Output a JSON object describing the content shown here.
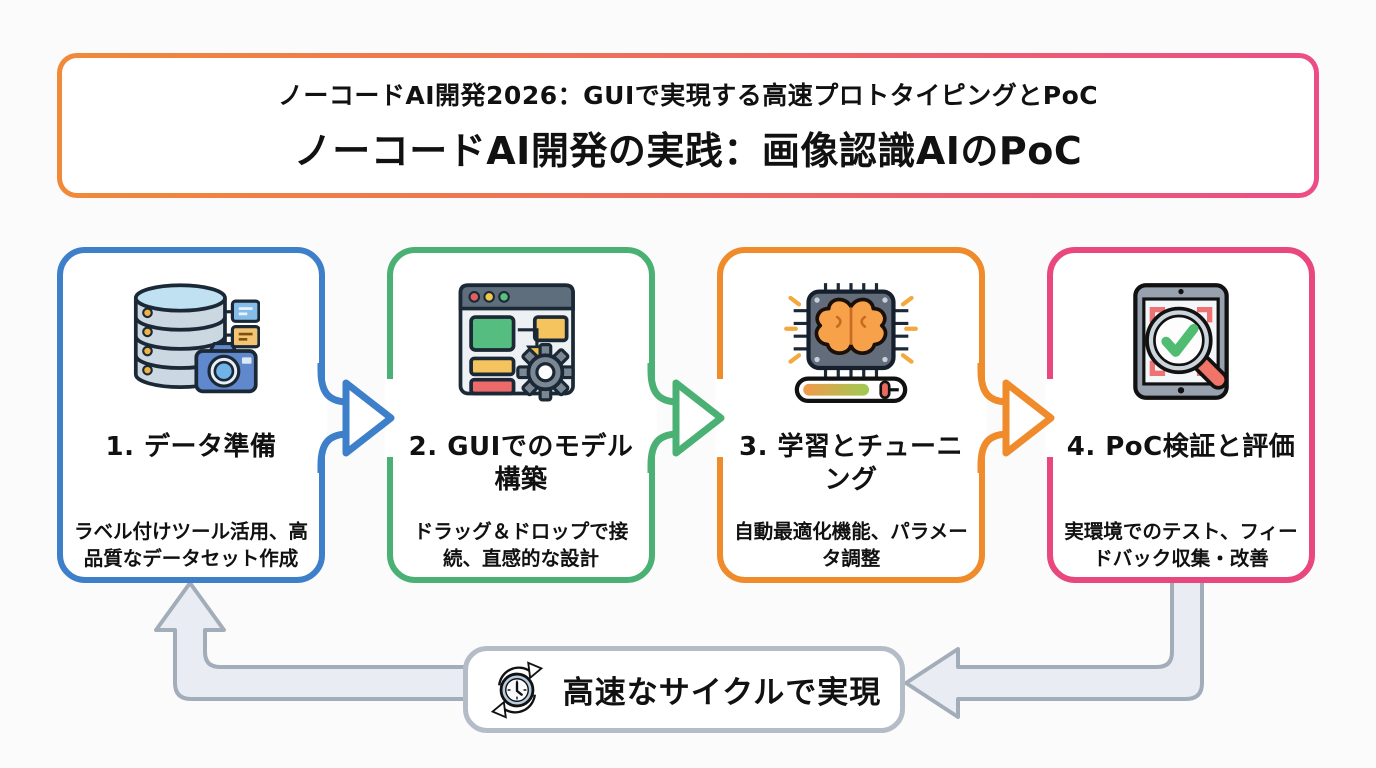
{
  "header": {
    "subtitle": "ノーコードAI開発2026：GUIで実現する高速プロトタイピングとPoC",
    "title": "ノーコードAI開発の実践：画像認識AIのPoC",
    "border_gradient": [
      "#f08a38",
      "#ec4d86"
    ]
  },
  "steps": [
    {
      "title": "1. データ準備",
      "description": "ラベル付けツール活用、高品質なデータセット作成",
      "accent": "#3e7fca",
      "icon": "database-camera-icon"
    },
    {
      "title": "2. GUIでのモデル構築",
      "description": "ドラッグ＆ドロップで接続、直感的な設計",
      "accent": "#4bb074",
      "icon": "gui-builder-icon"
    },
    {
      "title": "3. 学習とチューニング",
      "description": "自動最適化機能、パラメータ調整",
      "accent": "#ef8b2a",
      "icon": "ai-chip-icon"
    },
    {
      "title": "4. PoC検証と評価",
      "description": "実環境でのテスト、フィードバック収集・改善",
      "accent": "#e9487f",
      "icon": "poc-validation-icon"
    }
  ],
  "cycle": {
    "label": "高速なサイクルで実現",
    "icon": "cycle-clock-icon",
    "border_color": "#b4bdc7"
  },
  "feedback_arrow": {
    "fill": "#e9edf3",
    "stroke": "#a3adb9"
  }
}
